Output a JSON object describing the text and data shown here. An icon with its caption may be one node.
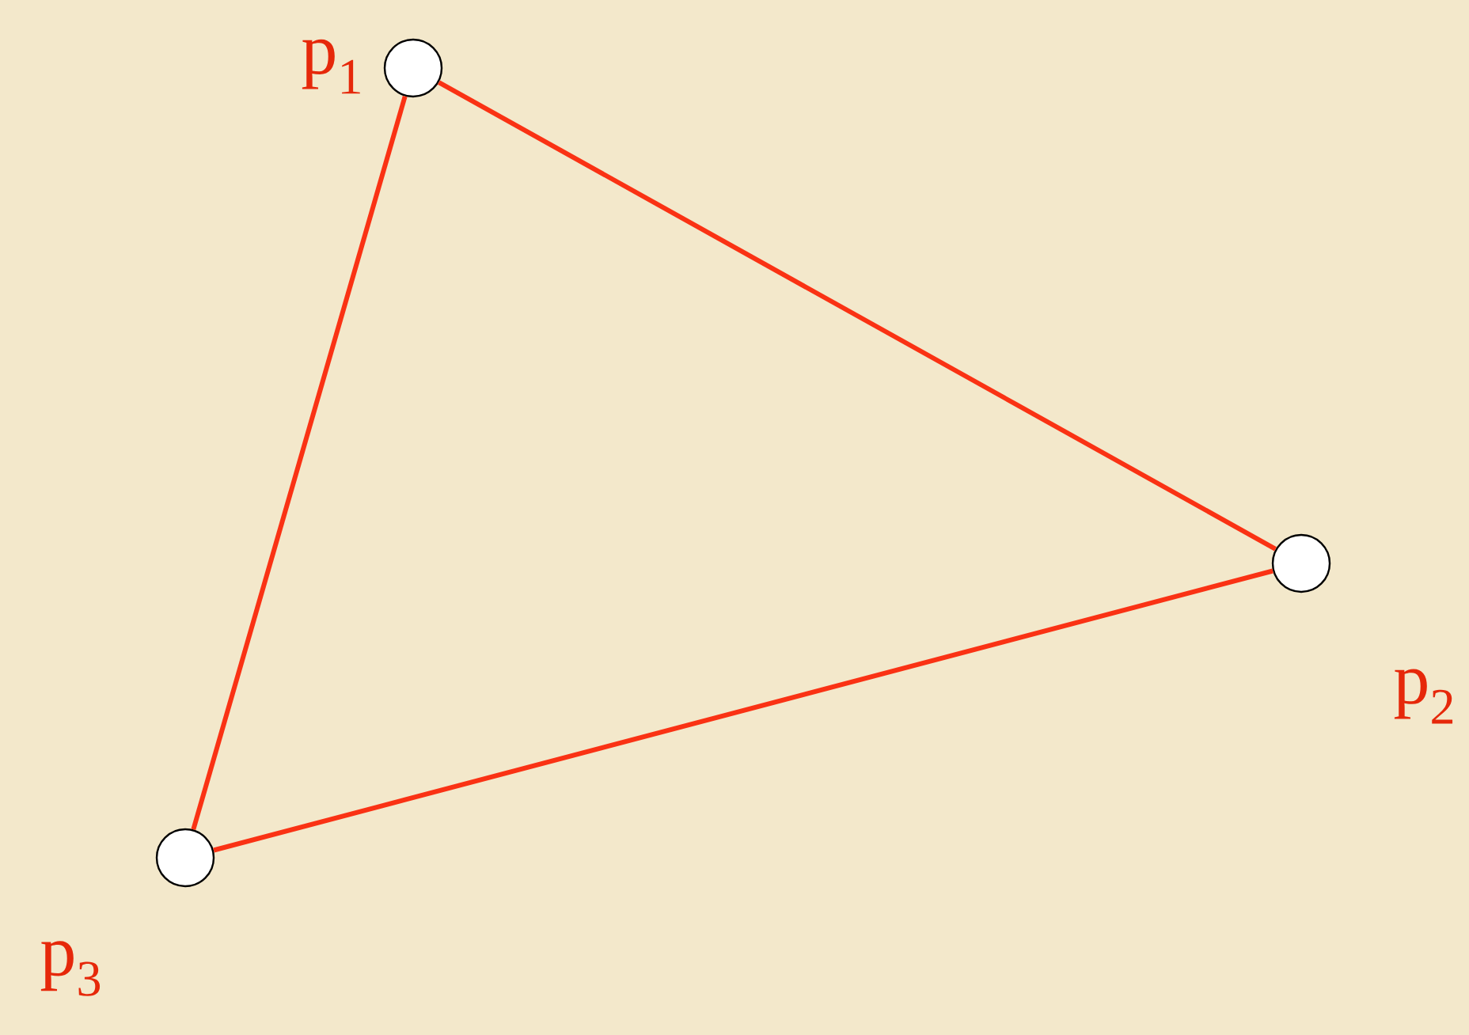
{
  "diagram": {
    "nodes": [
      {
        "text": [],
        "shape": "circle",
        "beside": [
          "p$_{1}$"
        ]
      },
      {
        "text": [],
        "shape": "circle",
        "beside": [
          "p$_{2}$"
        ]
      },
      {
        "text": [],
        "shape": "circle",
        "beside": [
          "p$_{3}$"
        ]
      }
    ],
    "edges": [
      {
        "from": 0,
        "to": 1,
        "arrow": "none"
      },
      {
        "from": 1,
        "to": 2,
        "arrow": "none"
      },
      {
        "from": 2,
        "to": 0,
        "arrow": "none"
      }
    ]
  }
}
